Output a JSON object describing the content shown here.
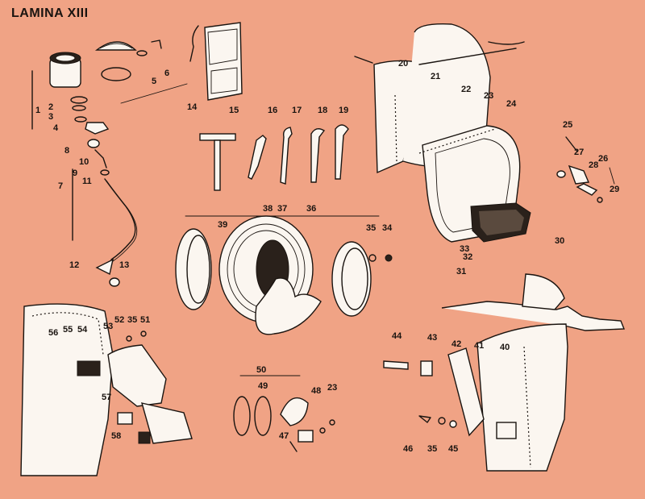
{
  "title": "LAMINA XIII",
  "callouts": [
    "1",
    "2",
    "3",
    "4",
    "5",
    "6",
    "7",
    "8",
    "9",
    "10",
    "11",
    "12",
    "13",
    "14",
    "15",
    "16",
    "17",
    "18",
    "19",
    "20",
    "21",
    "22",
    "23",
    "24",
    "25",
    "26",
    "27",
    "28",
    "29",
    "30",
    "31",
    "32",
    "33",
    "34",
    "35",
    "36",
    "37",
    "38",
    "39",
    "40",
    "41",
    "42",
    "43",
    "44",
    "45",
    "46",
    "47",
    "48",
    "49",
    "50",
    "51",
    "52",
    "53",
    "54",
    "55",
    "56",
    "57",
    "58"
  ]
}
